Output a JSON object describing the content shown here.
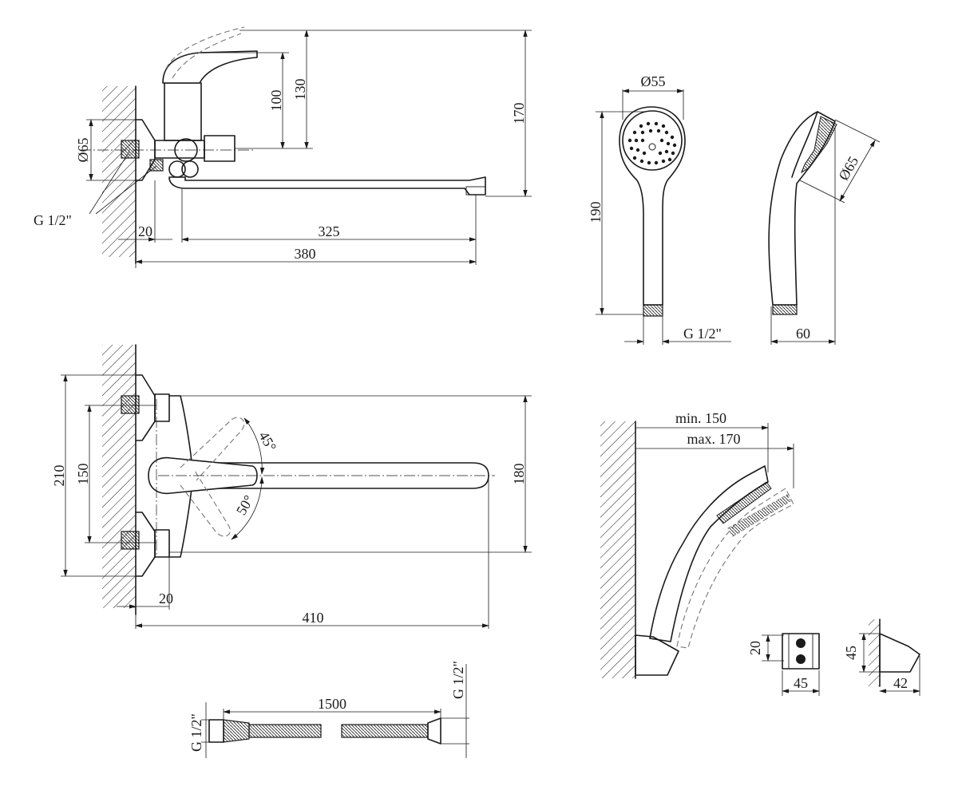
{
  "labels": {
    "spout_height": "100",
    "lever_height": "130",
    "total_height": "170",
    "inlet_dia": "Ø65",
    "inlet_thread": "G 1/2\"",
    "wall_offset_top": "20",
    "spout_reach": "325",
    "total_length_top": "380",
    "head_dia_front": "Ø55",
    "handshower_length": "190",
    "handshower_thread": "G 1/2\"",
    "head_dia_side": "Ø65",
    "handshower_depth": "60",
    "plan_width_outer": "210",
    "plan_width_inner": "150",
    "lever_angle_up": "45°",
    "lever_angle_down": "50°",
    "plan_depth": "180",
    "wall_offset_plan": "20",
    "plan_length": "410",
    "holder_min": "min. 150",
    "holder_max": "max. 170",
    "bracket_height": "20",
    "bracket_width": "45",
    "bracket_side_height": "45",
    "bracket_side_depth": "42",
    "hose_length": "1500",
    "hose_thread_left": "G 1/2\"",
    "hose_thread_right": "G 1/2\""
  },
  "colors": {
    "line": "#1a1a1a",
    "ghost": "#777777",
    "background": "#ffffff"
  }
}
